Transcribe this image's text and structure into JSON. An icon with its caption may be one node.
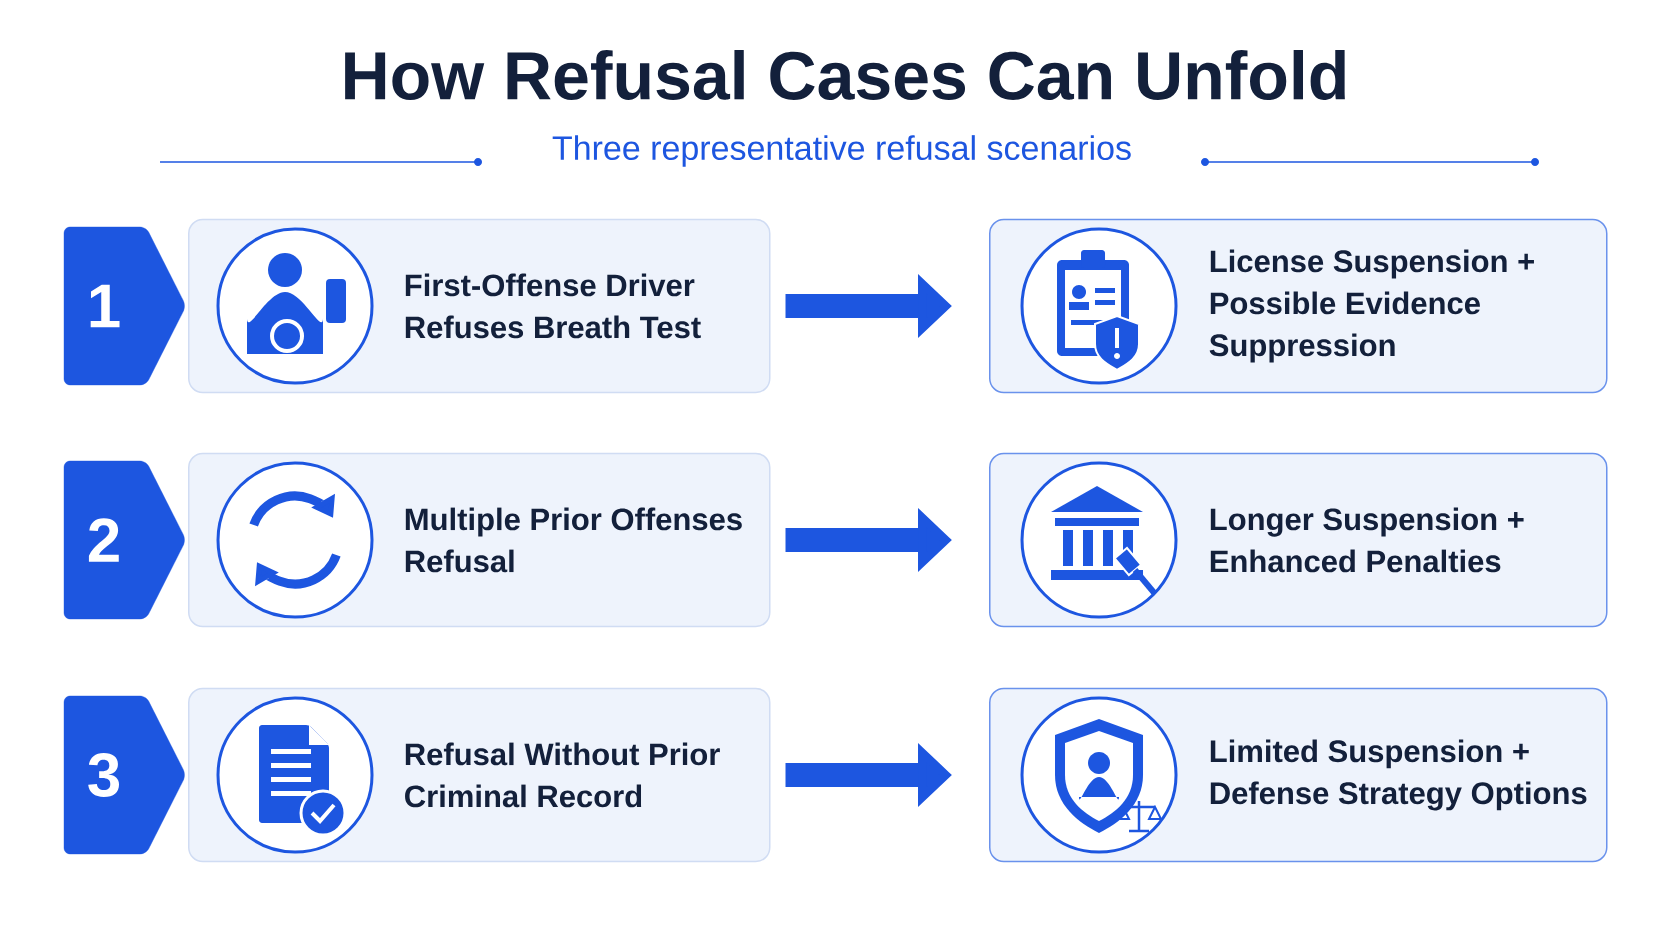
{
  "diagram": {
    "title": "How Refusal Cases Can Unfold",
    "nodes": [
      {
        "text": [
          "1"
        ]
      },
      {
        "text": [
          "First-Offense Driver Refuses Breath Test"
        ]
      },
      {
        "text": [
          "License Suspension + Possible Evidence Suppression"
        ]
      },
      {
        "text": [
          "2"
        ]
      },
      {
        "text": [
          "Multiple Prior Offenses Refusal"
        ]
      },
      {
        "text": [
          "Longer Suspension + Enhanced Penalties"
        ]
      },
      {
        "text": [
          "3"
        ]
      },
      {
        "text": [
          "Refusal Without Prior Criminal Record"
        ]
      },
      {
        "text": [
          "Limited Suspension + Defense Strategy Options"
        ]
      }
    ],
    "edges": [
      {
        "from": 1,
        "to": 2,
        "arrow": "to"
      },
      {
        "from": 4,
        "to": 5,
        "arrow": "to"
      },
      {
        "from": 7,
        "to": 8,
        "arrow": "to"
      }
    ],
    "labels": [
      "Three representative refusal scenarios"
    ]
  }
}
